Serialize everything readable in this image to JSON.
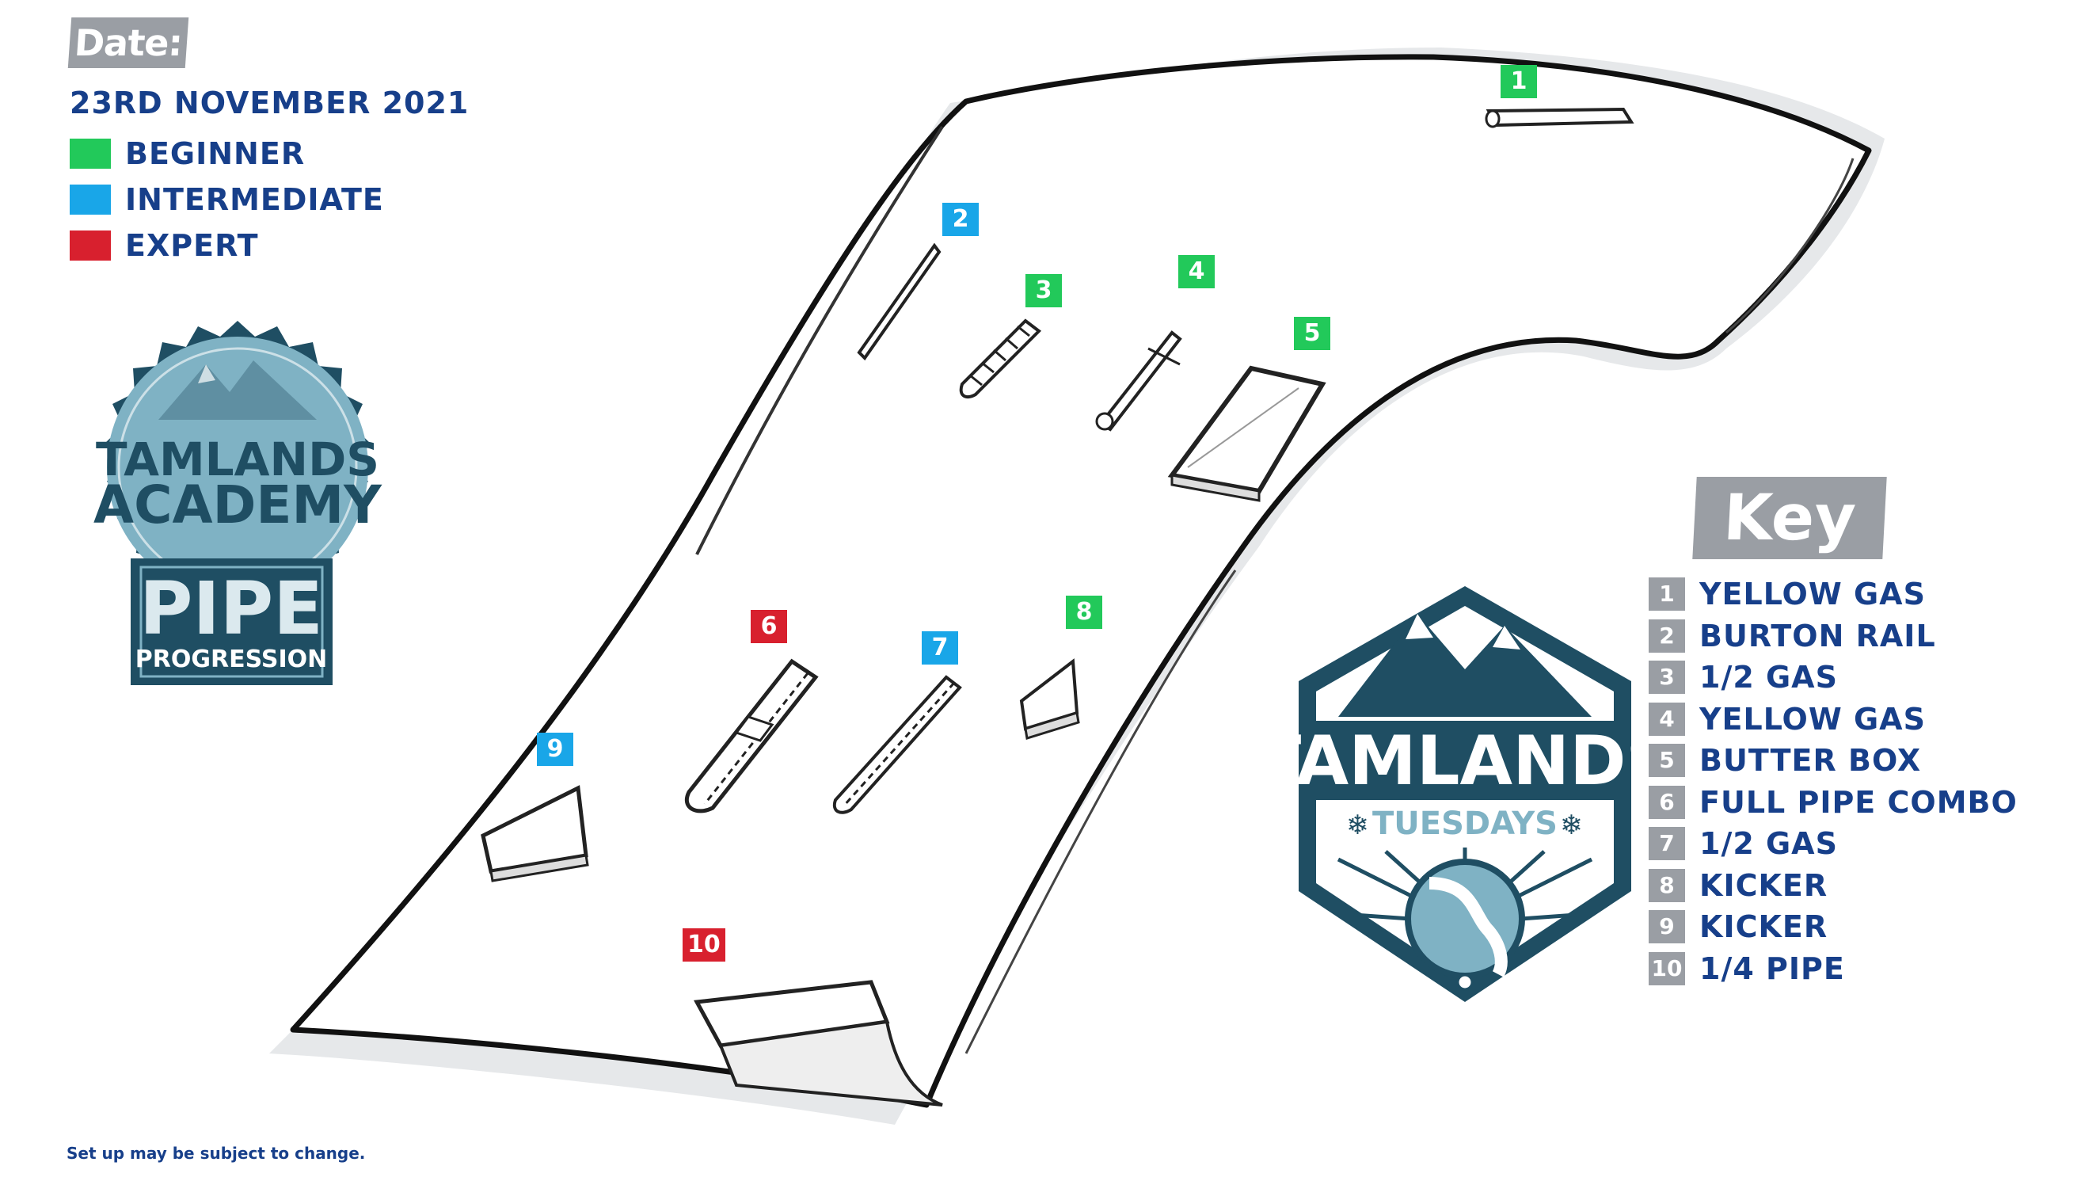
{
  "date": {
    "label": "Date:",
    "value": "23RD NOVEMBER 2021"
  },
  "legend": [
    {
      "label": "BEGINNER",
      "color": "#22c95a"
    },
    {
      "label": "INTERMEDIATE",
      "color": "#19a6e8"
    },
    {
      "label": "EXPERT",
      "color": "#d8202e"
    }
  ],
  "map_tags": [
    {
      "num": "1",
      "level": "green"
    },
    {
      "num": "2",
      "level": "blue"
    },
    {
      "num": "3",
      "level": "green"
    },
    {
      "num": "4",
      "level": "green"
    },
    {
      "num": "5",
      "level": "green"
    },
    {
      "num": "6",
      "level": "red"
    },
    {
      "num": "7",
      "level": "blue"
    },
    {
      "num": "8",
      "level": "green"
    },
    {
      "num": "9",
      "level": "blue"
    },
    {
      "num": "10",
      "level": "red"
    }
  ],
  "key": {
    "title": "Key",
    "items": [
      {
        "num": "1",
        "label": "YELLOW GAS"
      },
      {
        "num": "2",
        "label": "BURTON RAIL"
      },
      {
        "num": "3",
        "label": "1/2 GAS"
      },
      {
        "num": "4",
        "label": "YELLOW GAS"
      },
      {
        "num": "5",
        "label": "BUTTER BOX"
      },
      {
        "num": "6",
        "label": "FULL PIPE COMBO"
      },
      {
        "num": "7",
        "label": "1/2 GAS"
      },
      {
        "num": "8",
        "label": "KICKER"
      },
      {
        "num": "9",
        "label": "KICKER"
      },
      {
        "num": "10",
        "label": "1/4 PIPE"
      }
    ]
  },
  "academy_badge": {
    "line1": "TAMLANDS",
    "line2": "ACADEMY",
    "line3": "PIPE",
    "line4": "PROGRESSION"
  },
  "tuesdays_badge": {
    "line1": "TAMLANDS",
    "line2": "TUESDAYS"
  },
  "footnote": "Set up may be subject to change.",
  "colors": {
    "navy": "#173f8a",
    "grey": "#9a9ea4",
    "badge_dark": "#1f4e63",
    "badge_light": "#7fb2c4"
  }
}
